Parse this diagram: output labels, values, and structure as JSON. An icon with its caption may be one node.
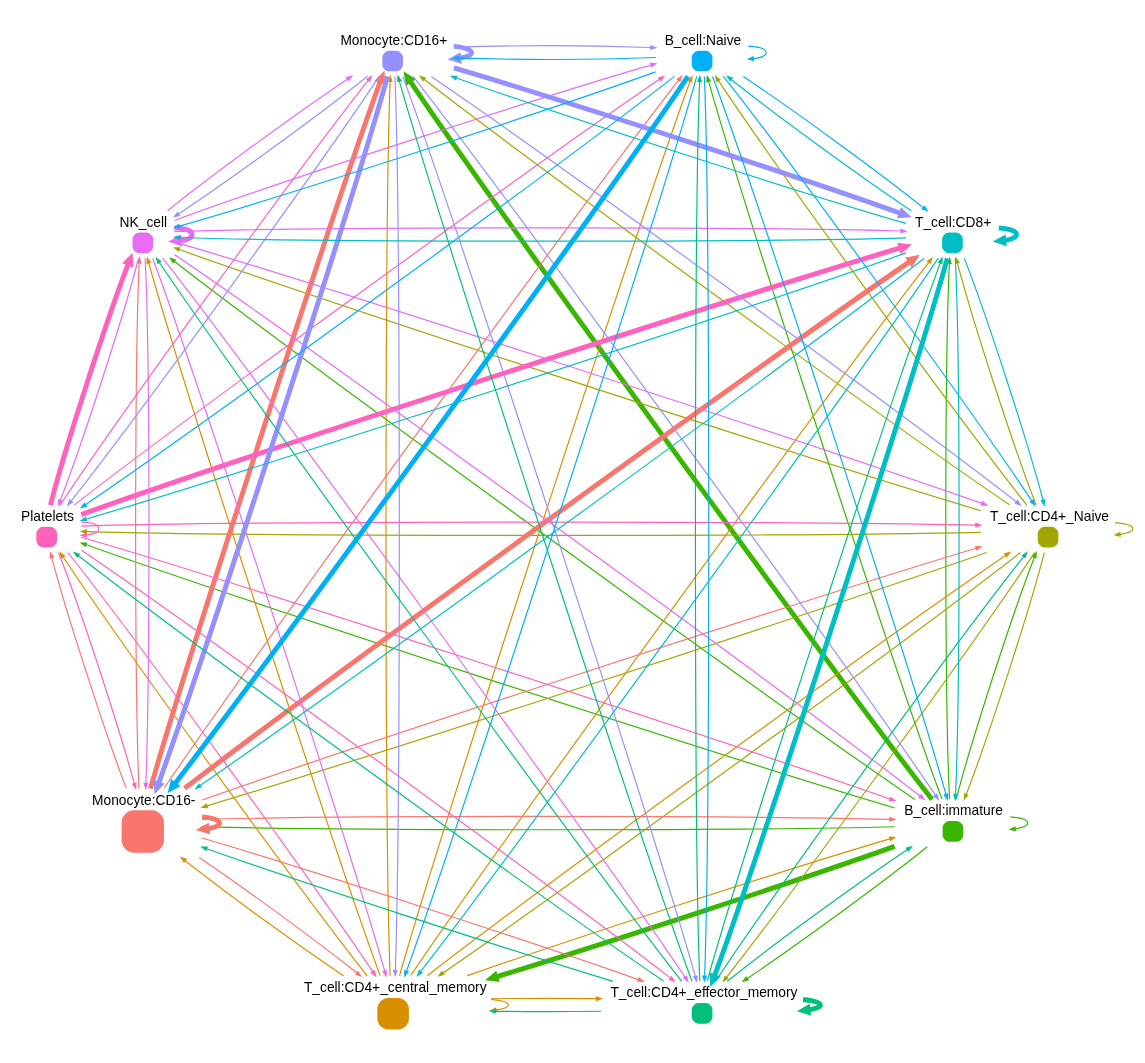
{
  "diagram": {
    "nodes": [
      {
        "text": [
          "B_cell:immature"
        ]
      },
      {
        "text": [
          "T_cell:CD4+_Naive"
        ]
      },
      {
        "text": [
          "T_cell:CD4+_central_memory"
        ]
      },
      {
        "text": [
          "T_cell:CD4+_effector_memory"
        ]
      },
      {
        "text": [
          "T_cell:CD8+"
        ]
      },
      {
        "text": [
          "Monocyte:CD16-"
        ]
      },
      {
        "text": [
          "B_cell:Naive"
        ]
      },
      {
        "text": [
          "Platelets"
        ]
      },
      {
        "text": [
          "Monocyte:CD16+"
        ]
      },
      {
        "text": [
          "NK_cell"
        ]
      }
    ],
    "edges": [
      {
        "from": 0,
        "to": 0,
        "arrow": "to",
        "color": "#39b600"
      },
      {
        "from": 0,
        "to": 1,
        "arrow": "to",
        "color": "#39b600"
      },
      {
        "from": 0,
        "to": 2,
        "arrow": "to",
        "color": "#39b600",
        "style": "thick"
      },
      {
        "from": 0,
        "to": 3,
        "arrow": "to",
        "color": "#39b600"
      },
      {
        "from": 0,
        "to": 4,
        "arrow": "to",
        "color": "#39b600"
      },
      {
        "from": 0,
        "to": 5,
        "arrow": "to",
        "color": "#39b600"
      },
      {
        "from": 0,
        "to": 6,
        "arrow": "to",
        "color": "#39b600"
      },
      {
        "from": 0,
        "to": 7,
        "arrow": "to",
        "color": "#39b600"
      },
      {
        "from": 0,
        "to": 8,
        "arrow": "to",
        "color": "#39b600",
        "style": "thick"
      },
      {
        "from": 0,
        "to": 9,
        "arrow": "to",
        "color": "#39b600"
      },
      {
        "from": 1,
        "to": 0,
        "arrow": "to",
        "color": "#a3a500"
      },
      {
        "from": 1,
        "to": 1,
        "arrow": "to",
        "color": "#a3a500"
      },
      {
        "from": 1,
        "to": 2,
        "arrow": "to",
        "color": "#a3a500"
      },
      {
        "from": 1,
        "to": 3,
        "arrow": "to",
        "color": "#a3a500"
      },
      {
        "from": 1,
        "to": 4,
        "arrow": "to",
        "color": "#a3a500"
      },
      {
        "from": 1,
        "to": 5,
        "arrow": "to",
        "color": "#a3a500"
      },
      {
        "from": 1,
        "to": 6,
        "arrow": "to",
        "color": "#a3a500"
      },
      {
        "from": 1,
        "to": 7,
        "arrow": "to",
        "color": "#a3a500"
      },
      {
        "from": 1,
        "to": 8,
        "arrow": "to",
        "color": "#a3a500"
      },
      {
        "from": 1,
        "to": 9,
        "arrow": "to",
        "color": "#a3a500"
      },
      {
        "from": 2,
        "to": 0,
        "arrow": "to",
        "color": "#d89000"
      },
      {
        "from": 2,
        "to": 1,
        "arrow": "to",
        "color": "#d89000"
      },
      {
        "from": 2,
        "to": 2,
        "arrow": "to",
        "color": "#d89000"
      },
      {
        "from": 2,
        "to": 3,
        "arrow": "to",
        "color": "#d89000"
      },
      {
        "from": 2,
        "to": 4,
        "arrow": "to",
        "color": "#d89000"
      },
      {
        "from": 2,
        "to": 5,
        "arrow": "to",
        "color": "#d89000"
      },
      {
        "from": 2,
        "to": 6,
        "arrow": "to",
        "color": "#d89000"
      },
      {
        "from": 2,
        "to": 7,
        "arrow": "to",
        "color": "#d89000"
      },
      {
        "from": 2,
        "to": 8,
        "arrow": "to",
        "color": "#d89000"
      },
      {
        "from": 2,
        "to": 9,
        "arrow": "to",
        "color": "#d89000"
      },
      {
        "from": 3,
        "to": 0,
        "arrow": "to",
        "color": "#00bf7d"
      },
      {
        "from": 3,
        "to": 1,
        "arrow": "to",
        "color": "#00bf7d"
      },
      {
        "from": 3,
        "to": 2,
        "arrow": "to",
        "color": "#00bf7d"
      },
      {
        "from": 3,
        "to": 3,
        "arrow": "to",
        "color": "#00bf7d",
        "style": "thick"
      },
      {
        "from": 3,
        "to": 4,
        "arrow": "to",
        "color": "#00bf7d"
      },
      {
        "from": 3,
        "to": 5,
        "arrow": "to",
        "color": "#00bf7d"
      },
      {
        "from": 3,
        "to": 6,
        "arrow": "to",
        "color": "#00bf7d"
      },
      {
        "from": 3,
        "to": 7,
        "arrow": "to",
        "color": "#00bf7d"
      },
      {
        "from": 3,
        "to": 8,
        "arrow": "to",
        "color": "#00bf7d"
      },
      {
        "from": 3,
        "to": 9,
        "arrow": "to",
        "color": "#00bf7d"
      },
      {
        "from": 4,
        "to": 0,
        "arrow": "to",
        "color": "#00bfc4"
      },
      {
        "from": 4,
        "to": 1,
        "arrow": "to",
        "color": "#00bfc4"
      },
      {
        "from": 4,
        "to": 2,
        "arrow": "to",
        "color": "#00bfc4"
      },
      {
        "from": 4,
        "to": 3,
        "arrow": "to",
        "color": "#00bfc4",
        "style": "thick"
      },
      {
        "from": 4,
        "to": 4,
        "arrow": "to",
        "color": "#00bfc4",
        "style": "thick"
      },
      {
        "from": 4,
        "to": 5,
        "arrow": "to",
        "color": "#00bfc4"
      },
      {
        "from": 4,
        "to": 6,
        "arrow": "to",
        "color": "#00bfc4"
      },
      {
        "from": 4,
        "to": 7,
        "arrow": "to",
        "color": "#00bfc4"
      },
      {
        "from": 4,
        "to": 8,
        "arrow": "to",
        "color": "#00bfc4"
      },
      {
        "from": 4,
        "to": 9,
        "arrow": "to",
        "color": "#00bfc4"
      },
      {
        "from": 5,
        "to": 0,
        "arrow": "to",
        "color": "#f8766d"
      },
      {
        "from": 5,
        "to": 1,
        "arrow": "to",
        "color": "#f8766d"
      },
      {
        "from": 5,
        "to": 2,
        "arrow": "to",
        "color": "#f8766d"
      },
      {
        "from": 5,
        "to": 3,
        "arrow": "to",
        "color": "#f8766d"
      },
      {
        "from": 5,
        "to": 4,
        "arrow": "to",
        "color": "#f8766d",
        "style": "thick"
      },
      {
        "from": 5,
        "to": 5,
        "arrow": "to",
        "color": "#f8766d",
        "style": "thick"
      },
      {
        "from": 5,
        "to": 6,
        "arrow": "to",
        "color": "#f8766d"
      },
      {
        "from": 5,
        "to": 7,
        "arrow": "to",
        "color": "#f8766d"
      },
      {
        "from": 5,
        "to": 8,
        "arrow": "to",
        "color": "#f8766d",
        "style": "thick"
      },
      {
        "from": 5,
        "to": 9,
        "arrow": "to",
        "color": "#f8766d"
      },
      {
        "from": 6,
        "to": 0,
        "arrow": "to",
        "color": "#00b0f6"
      },
      {
        "from": 6,
        "to": 1,
        "arrow": "to",
        "color": "#00b0f6"
      },
      {
        "from": 6,
        "to": 2,
        "arrow": "to",
        "color": "#00b0f6"
      },
      {
        "from": 6,
        "to": 3,
        "arrow": "to",
        "color": "#00b0f6"
      },
      {
        "from": 6,
        "to": 4,
        "arrow": "to",
        "color": "#00b0f6"
      },
      {
        "from": 6,
        "to": 5,
        "arrow": "to",
        "color": "#00b0f6",
        "style": "thick"
      },
      {
        "from": 6,
        "to": 6,
        "arrow": "to",
        "color": "#00b0f6"
      },
      {
        "from": 6,
        "to": 7,
        "arrow": "to",
        "color": "#00b0f6"
      },
      {
        "from": 6,
        "to": 8,
        "arrow": "to",
        "color": "#00b0f6"
      },
      {
        "from": 6,
        "to": 9,
        "arrow": "to",
        "color": "#00b0f6"
      },
      {
        "from": 7,
        "to": 0,
        "arrow": "to",
        "color": "#ff62bc"
      },
      {
        "from": 7,
        "to": 1,
        "arrow": "to",
        "color": "#ff62bc"
      },
      {
        "from": 7,
        "to": 2,
        "arrow": "to",
        "color": "#ff62bc"
      },
      {
        "from": 7,
        "to": 3,
        "arrow": "to",
        "color": "#ff62bc"
      },
      {
        "from": 7,
        "to": 4,
        "arrow": "to",
        "color": "#ff62bc",
        "style": "thick"
      },
      {
        "from": 7,
        "to": 5,
        "arrow": "to",
        "color": "#ff62bc"
      },
      {
        "from": 7,
        "to": 6,
        "arrow": "to",
        "color": "#ff62bc"
      },
      {
        "from": 7,
        "to": 7,
        "arrow": "to",
        "color": "#ff62bc"
      },
      {
        "from": 7,
        "to": 8,
        "arrow": "to",
        "color": "#ff62bc"
      },
      {
        "from": 7,
        "to": 9,
        "arrow": "to",
        "color": "#ff62bc",
        "style": "thick"
      },
      {
        "from": 8,
        "to": 0,
        "arrow": "to",
        "color": "#9590ff"
      },
      {
        "from": 8,
        "to": 1,
        "arrow": "to",
        "color": "#9590ff"
      },
      {
        "from": 8,
        "to": 2,
        "arrow": "to",
        "color": "#9590ff"
      },
      {
        "from": 8,
        "to": 3,
        "arrow": "to",
        "color": "#9590ff"
      },
      {
        "from": 8,
        "to": 4,
        "arrow": "to",
        "color": "#9590ff",
        "style": "thick"
      },
      {
        "from": 8,
        "to": 5,
        "arrow": "to",
        "color": "#9590ff",
        "style": "thick"
      },
      {
        "from": 8,
        "to": 6,
        "arrow": "to",
        "color": "#9590ff"
      },
      {
        "from": 8,
        "to": 7,
        "arrow": "to",
        "color": "#9590ff"
      },
      {
        "from": 8,
        "to": 8,
        "arrow": "to",
        "color": "#9590ff",
        "style": "thick"
      },
      {
        "from": 8,
        "to": 9,
        "arrow": "to",
        "color": "#9590ff"
      },
      {
        "from": 9,
        "to": 0,
        "arrow": "to",
        "color": "#e76bf3"
      },
      {
        "from": 9,
        "to": 1,
        "arrow": "to",
        "color": "#e76bf3"
      },
      {
        "from": 9,
        "to": 2,
        "arrow": "to",
        "color": "#e76bf3"
      },
      {
        "from": 9,
        "to": 3,
        "arrow": "to",
        "color": "#e76bf3"
      },
      {
        "from": 9,
        "to": 4,
        "arrow": "to",
        "color": "#e76bf3"
      },
      {
        "from": 9,
        "to": 5,
        "arrow": "to",
        "color": "#e76bf3"
      },
      {
        "from": 9,
        "to": 6,
        "arrow": "to",
        "color": "#e76bf3"
      },
      {
        "from": 9,
        "to": 7,
        "arrow": "to",
        "color": "#e76bf3"
      },
      {
        "from": 9,
        "to": 8,
        "arrow": "to",
        "color": "#e76bf3"
      },
      {
        "from": 9,
        "to": 9,
        "arrow": "to",
        "color": "#e76bf3",
        "style": "thick"
      }
    ]
  }
}
